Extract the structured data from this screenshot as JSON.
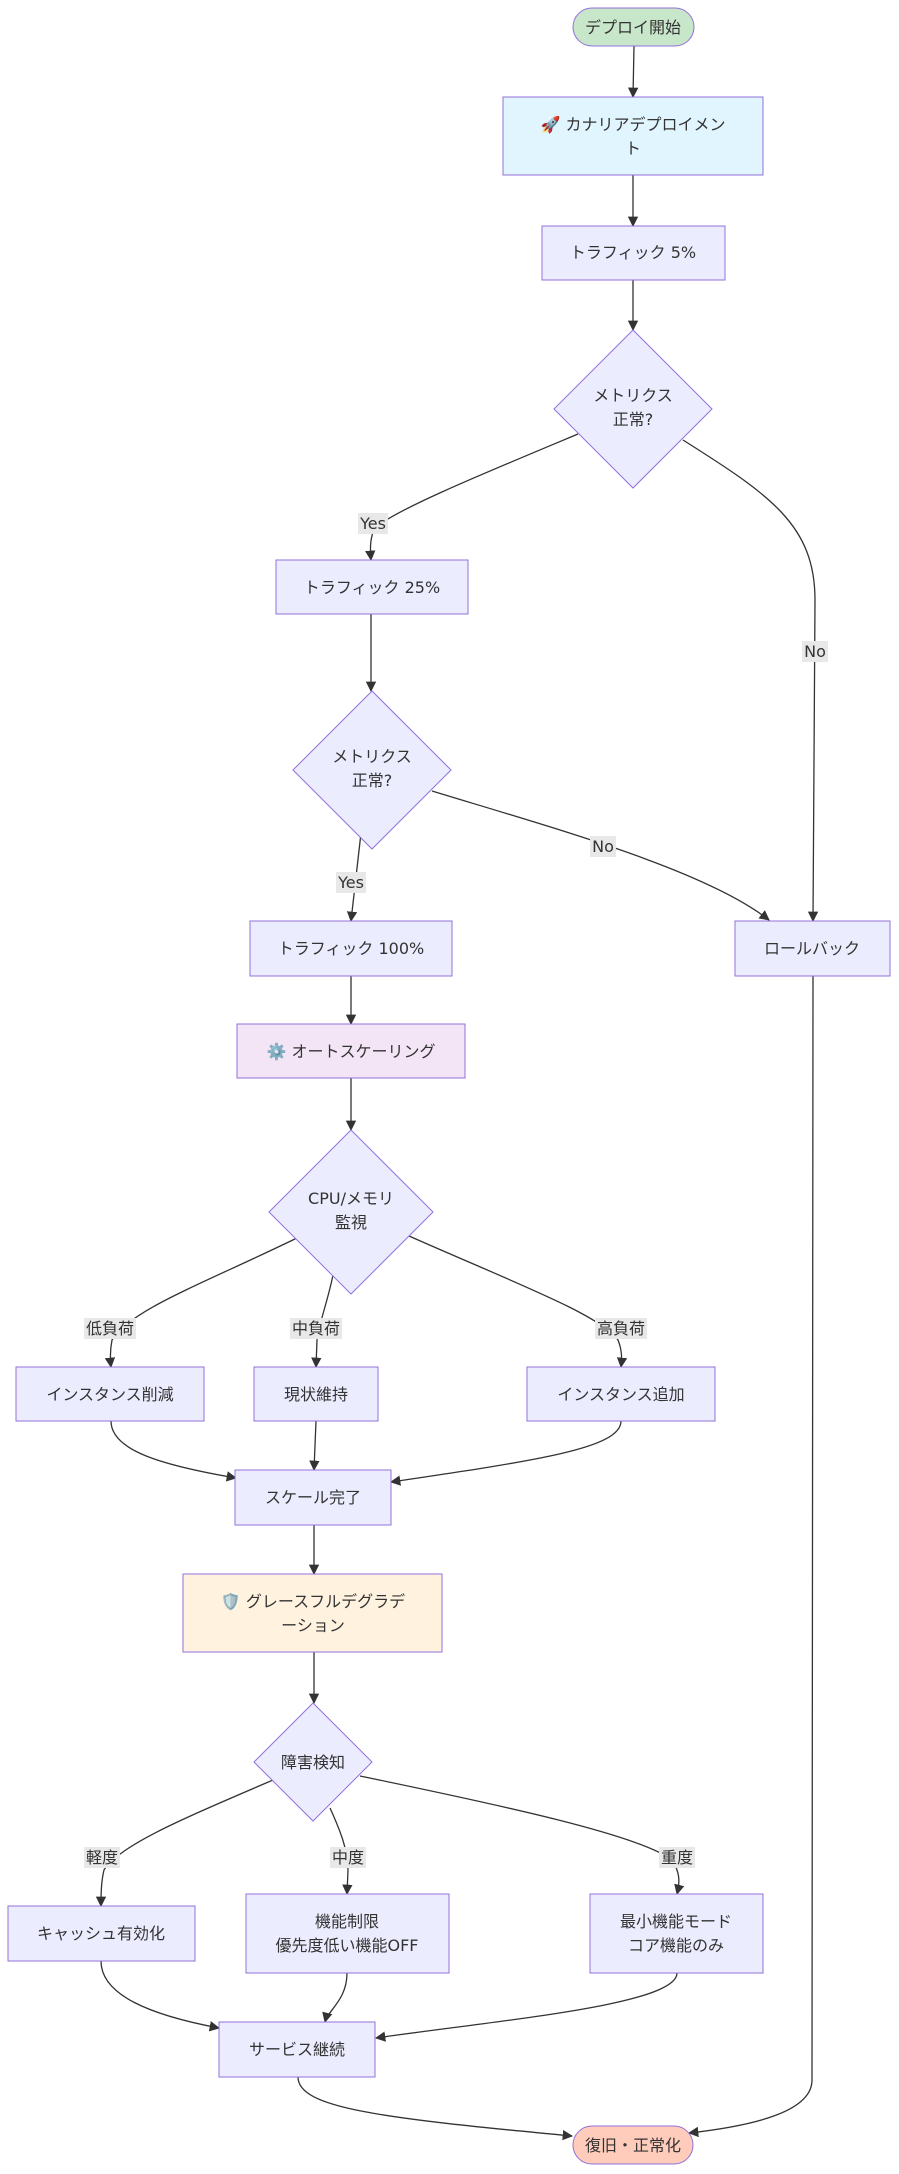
{
  "nodes": {
    "start": {
      "lines": [
        "デプロイ開始"
      ]
    },
    "canary": {
      "lines": [
        "🚀 カナリアデプロイメン",
        "ト"
      ]
    },
    "traffic5": {
      "lines": [
        "トラフィック 5%"
      ]
    },
    "metrics1": {
      "lines": [
        "メトリクス",
        "正常?"
      ]
    },
    "traffic25": {
      "lines": [
        "トラフィック 25%"
      ]
    },
    "metrics2": {
      "lines": [
        "メトリクス",
        "正常?"
      ]
    },
    "traffic100": {
      "lines": [
        "トラフィック 100%"
      ]
    },
    "rollback": {
      "lines": [
        "ロールバック"
      ]
    },
    "autoscale": {
      "lines": [
        "⚙️ オートスケーリング"
      ]
    },
    "monitor": {
      "lines": [
        "CPU/メモリ",
        "監視"
      ]
    },
    "scalein": {
      "lines": [
        "インスタンス削減"
      ]
    },
    "keep": {
      "lines": [
        "現状維持"
      ]
    },
    "scaleout": {
      "lines": [
        "インスタンス追加"
      ]
    },
    "scaledone": {
      "lines": [
        "スケール完了"
      ]
    },
    "graceful": {
      "lines": [
        "🛡️ グレースフルデグラデ",
        "ーション"
      ]
    },
    "detect": {
      "lines": [
        "障害検知"
      ]
    },
    "cache": {
      "lines": [
        "キャッシュ有効化"
      ]
    },
    "limit": {
      "lines": [
        "機能制限",
        "優先度低い機能OFF"
      ]
    },
    "minimal": {
      "lines": [
        "最小機能モード",
        "コア機能のみ"
      ]
    },
    "continue": {
      "lines": [
        "サービス継続"
      ]
    },
    "recover": {
      "lines": [
        "復旧・正常化"
      ]
    }
  },
  "edge_labels": {
    "yes1": "Yes",
    "no1": "No",
    "yes2": "Yes",
    "no2": "No",
    "low": "低負荷",
    "mid": "中負荷",
    "high": "高負荷",
    "mild": "軽度",
    "moderate": "中度",
    "severe": "重度"
  },
  "colors": {
    "default_fill": "#ececff",
    "default_stroke": "#9370db",
    "start_fill": "#c8e6c9",
    "canary_fill": "#e1f5fe",
    "autoscale_fill": "#f3e5f5",
    "graceful_fill": "#fff3e0",
    "recover_fill": "#ffccbc",
    "edge": "#333333",
    "text": "#333333",
    "label_bg": "#e8e8e8"
  }
}
